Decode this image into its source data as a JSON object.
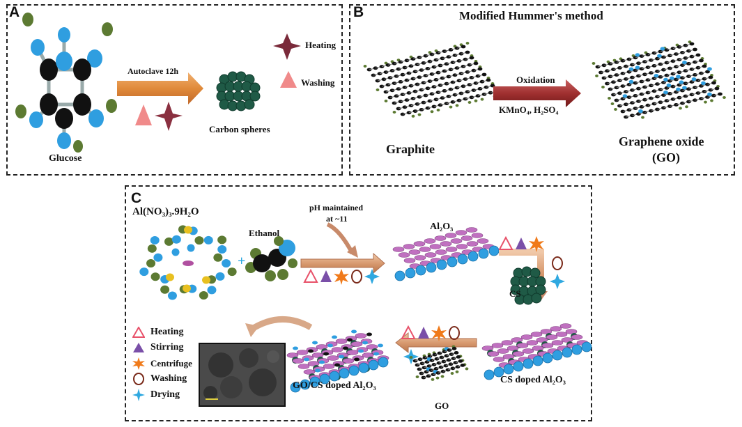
{
  "panel_a": {
    "letter": "A",
    "precursor": "Glucose",
    "step": "Autoclave 12h",
    "product": "Carbon spheres",
    "legend": [
      "Heating",
      "Washing"
    ]
  },
  "panel_b": {
    "letter": "B",
    "title": "Modified Hummer's method",
    "start": "Graphite",
    "step": "Oxidation",
    "reagents": "KMnO₄, H₂SO₄",
    "product_line1": "Graphene oxide",
    "product_line2": "(GO)"
  },
  "panel_c": {
    "letter": "C",
    "precursor_a": "Al(NO₃)₃.9H₂O",
    "precursor_b": "Ethanol",
    "plus": "+",
    "ph_note_line1": "pH maintained",
    "ph_note_line2": "at ~11",
    "alumina": "Al₂O₃",
    "cs": "CS",
    "cs_doped": "CS doped Al₂O₃",
    "go": "GO",
    "final": "GO/CS doped Al₂O₃",
    "legend": [
      "Heating",
      "Stirring",
      "Centrifuge",
      "Washing",
      "Drying"
    ]
  },
  "colors": {
    "heating": "#e8526a",
    "stirring": "#7a4fa8",
    "centrifuge": "#f07a1a",
    "washing": "#7a2a1a",
    "drying": "#2fa8e0",
    "arrow": "#c87a4a",
    "carbon_sphere": "#1f5a46",
    "atom_black": "#111111",
    "atom_blue": "#2f9ee0",
    "atom_green": "#5c7a32"
  }
}
